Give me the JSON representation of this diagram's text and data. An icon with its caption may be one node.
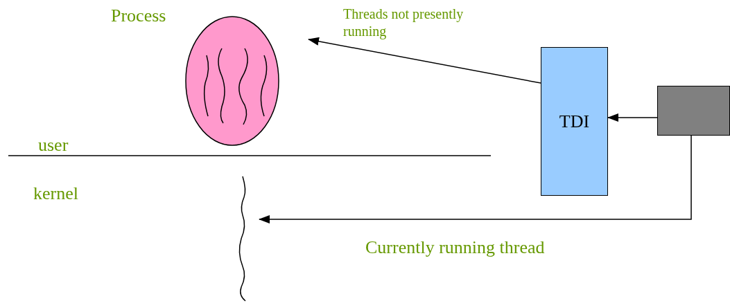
{
  "diagram": {
    "nodes": [
      {
        "text": [
          "Process"
        ]
      },
      {
        "text": [
          "TDI"
        ]
      },
      {
        "text": [],
        "shape": "box"
      },
      {
        "text": [],
        "shape": "line"
      }
    ],
    "edges": [
      {
        "from": 1,
        "to": 0,
        "arrow": "to",
        "label": "Threads not presently running"
      },
      {
        "from": 2,
        "to": 1,
        "arrow": "to"
      },
      {
        "from": 2,
        "to": 3,
        "arrow": "to",
        "label": "Currently running thread"
      }
    ],
    "labels": [
      "user",
      "kernel"
    ]
  }
}
